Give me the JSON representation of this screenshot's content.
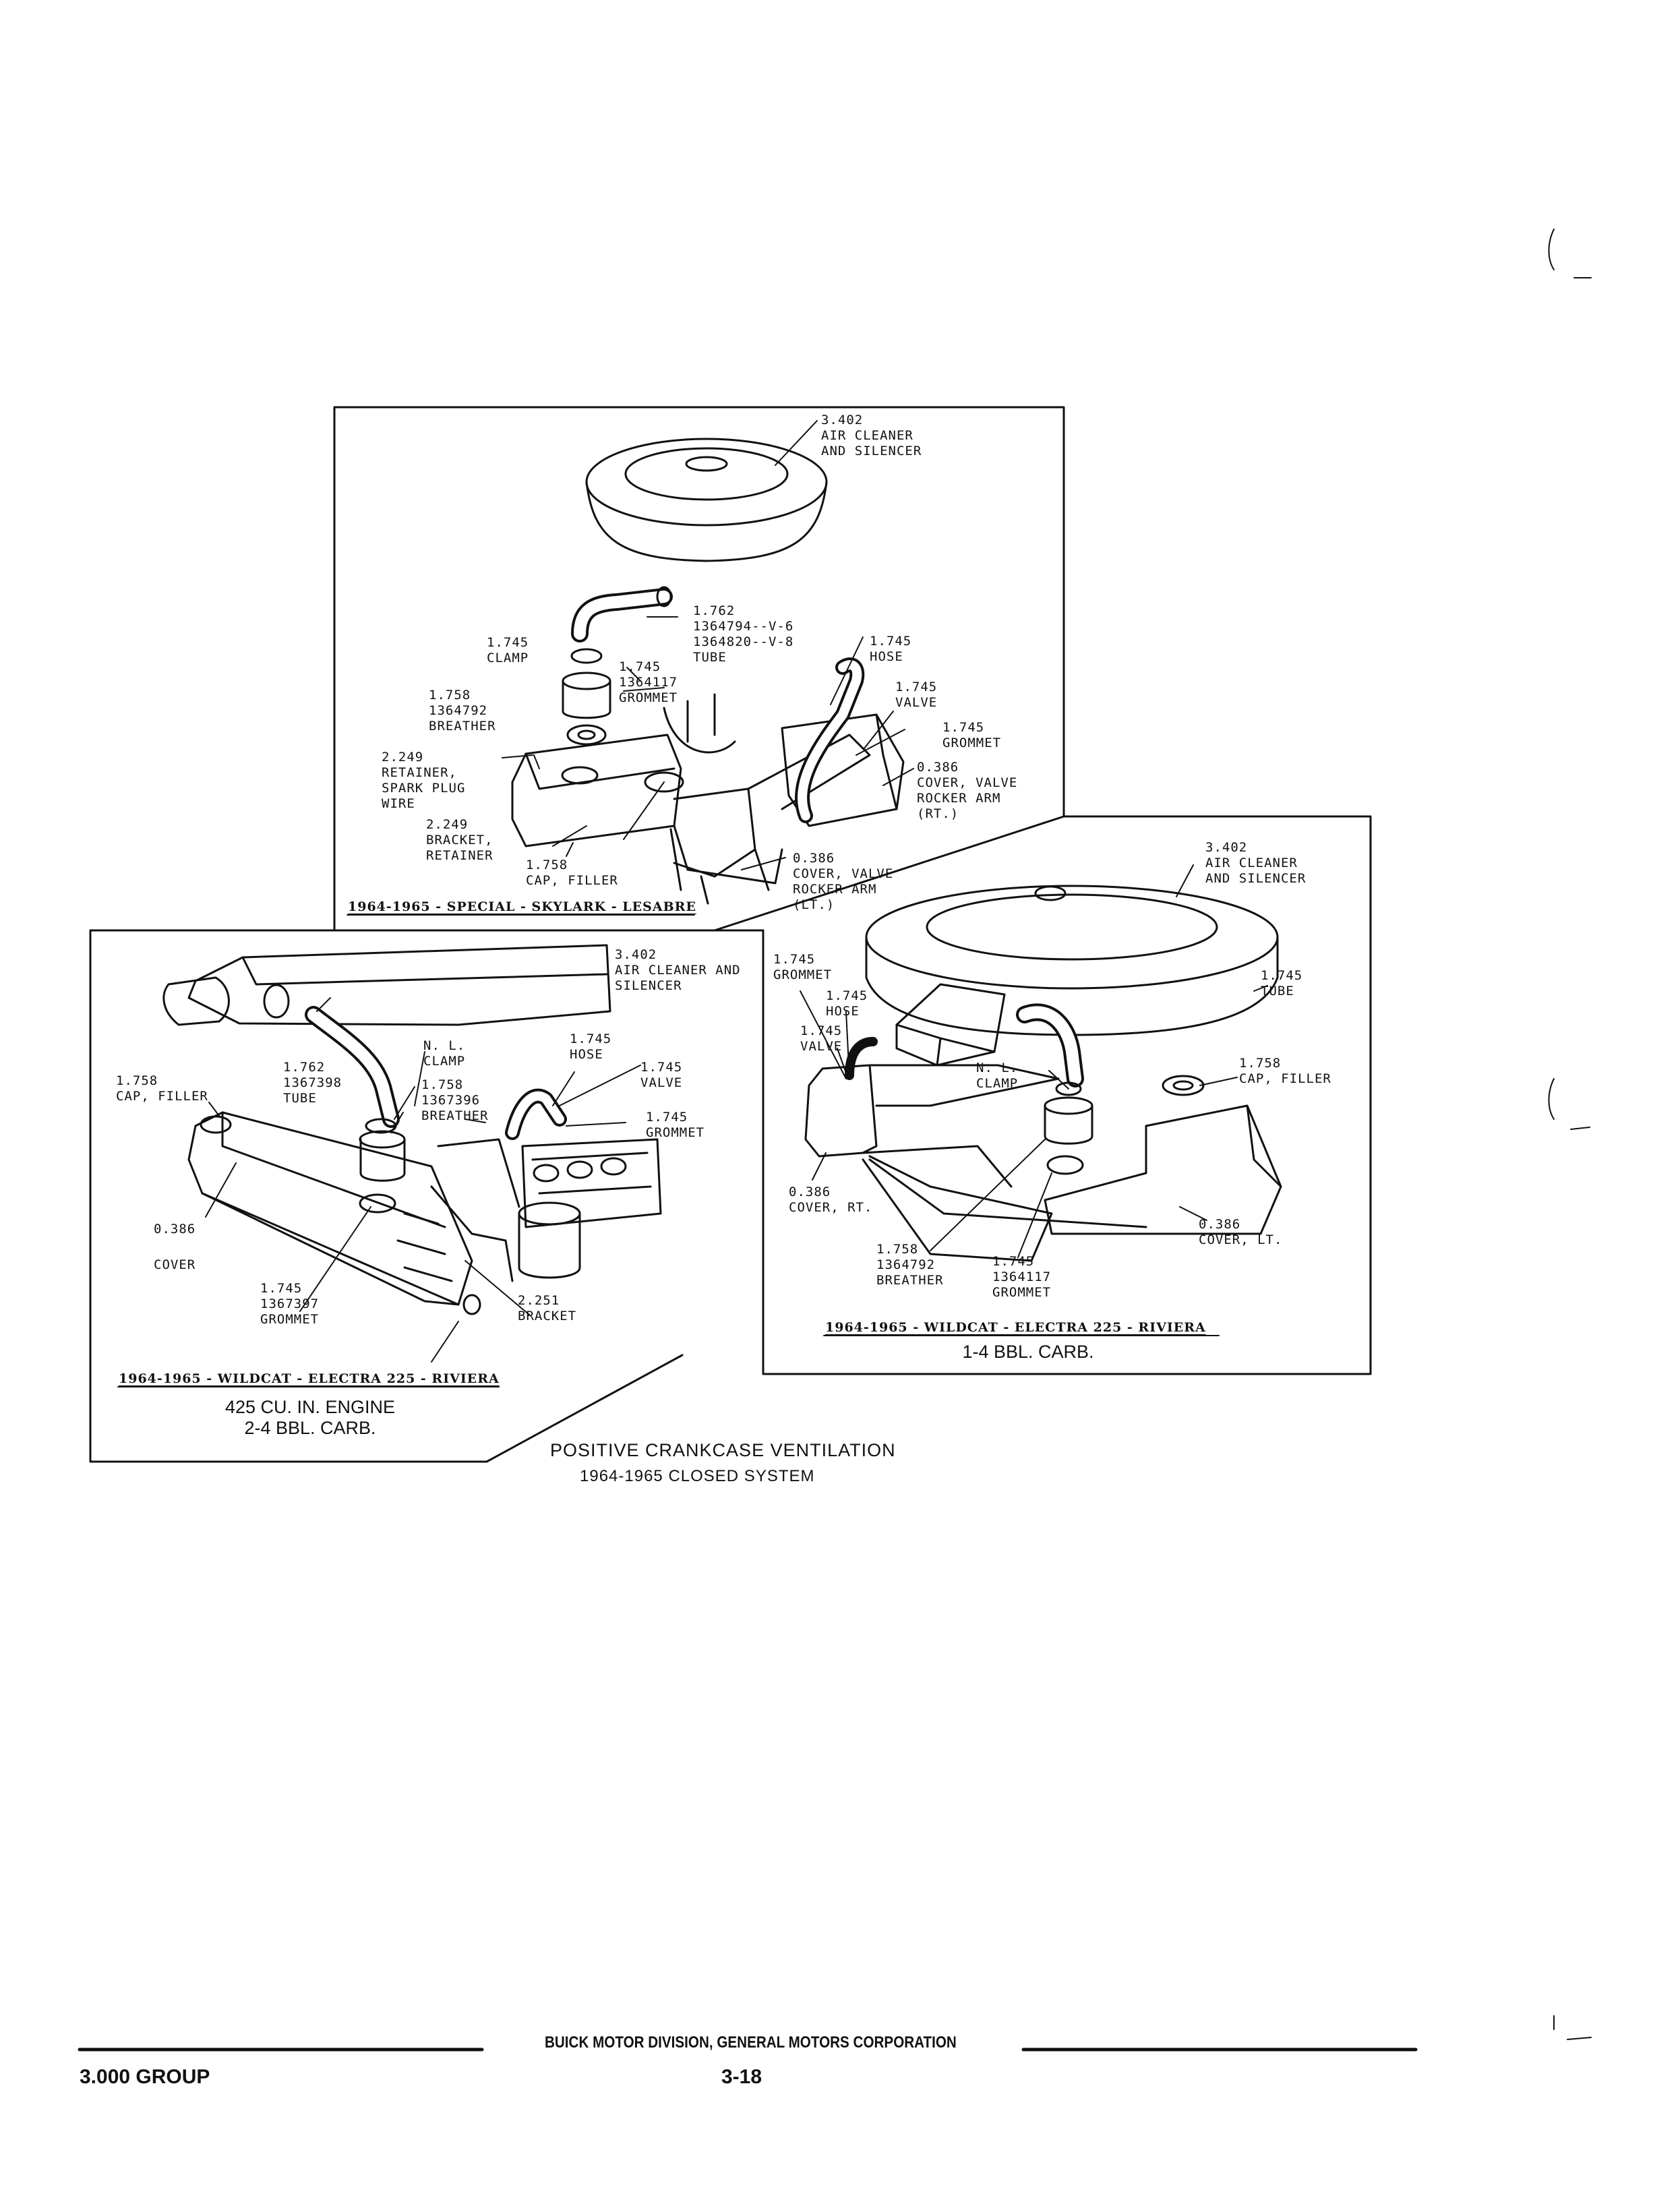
{
  "panels": {
    "top": {
      "title": "1964-1965 - SPECIAL - SKYLARK - LESABRE",
      "labels": {
        "air_cleaner": "3.402\nAIR CLEANER\nAND SILENCER",
        "tube": "1.762\n1364794--V-6\n1364820--V-8\nTUBE",
        "clamp": "1.745\nCLAMP",
        "grommet_center": "1.745\n1364117\nGROMMET",
        "breather": "1.758\n1364792\nBREATHER",
        "hose": "1.745\nHOSE",
        "valve": "1.745\nVALVE",
        "grommet_right": "1.745\nGROMMET",
        "cover_rt": "0.386\nCOVER, VALVE\nROCKER ARM\n(RT.)",
        "retainer": "2.249\nRETAINER,\nSPARK PLUG\nWIRE",
        "bracket": "2.249\nBRACKET,\nRETAINER",
        "cap_filler": "1.758\nCAP, FILLER",
        "cover_lt": "0.386\nCOVER, VALVE\nROCKER ARM\n(LT.)"
      }
    },
    "left": {
      "title": "1964-1965 - WILDCAT - ELECTRA 225 - RIVIERA",
      "subtitle": "425 CU. IN. ENGINE\n2-4 BBL. CARB.",
      "labels": {
        "air_cleaner": "3.402\nAIR CLEANER AND\nSILENCER",
        "clamp": "N. L.\nCLAMP",
        "tube": "1.762\n1367398\nTUBE",
        "breather": "1.758\n1367396\nBREATHER",
        "hose": "1.745\nHOSE",
        "valve": "1.745\nVALVE",
        "grommet_right": "1.745\nGROMMET",
        "cap_filler": "1.758\nCAP, FILLER",
        "cover_num": "0.386",
        "cover": "COVER",
        "grommet_bottom": "1.745\n1367397\nGROMMET",
        "bracket": "2.251\nBRACKET"
      }
    },
    "right": {
      "title": "1964-1965 - WILDCAT - ELECTRA 225 - RIVIERA",
      "subtitle": "1-4 BBL. CARB.",
      "labels": {
        "air_cleaner": "3.402\nAIR CLEANER\nAND SILENCER",
        "grommet_top": "1.745\nGROMMET",
        "hose": "1.745\nHOSE",
        "valve": "1.745\nVALVE",
        "tube": "1.745\nTUBE",
        "clamp": "N. L.\nCLAMP",
        "cap_filler": "1.758\nCAP, FILLER",
        "cover_rt": "0.386\nCOVER, RT.",
        "breather": "1.758\n1364792\nBREATHER",
        "grommet_bottom": "1.745\n1364117\nGROMMET",
        "cover_lt": "0.386\nCOVER, LT."
      }
    }
  },
  "caption": {
    "line1": "POSITIVE CRANKCASE VENTILATION",
    "line2": "1964-1965 CLOSED SYSTEM"
  },
  "footer": {
    "division": "BUICK MOTOR DIVISION, GENERAL MOTORS CORPORATION",
    "group": "3.000 GROUP",
    "page": "3-18"
  }
}
